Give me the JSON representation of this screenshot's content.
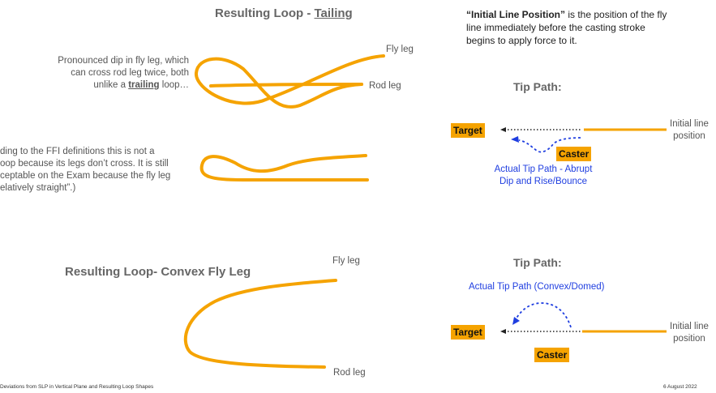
{
  "colors": {
    "line": "#f5a300",
    "blue": "#1f3ee0",
    "text": "#555555",
    "title": "#666666"
  },
  "top_section": {
    "title_prefix": "Resulting Loop - ",
    "title_underlined": "Tailing",
    "fly_leg_label": "Fly leg",
    "rod_leg_label": "Rod leg",
    "desc_1_a": "Pronounced dip in fly leg, which",
    "desc_1_b": "can cross rod leg twice, both",
    "desc_1_c_pre": "unlike a ",
    "desc_1_c_bold": "trailing",
    "desc_1_c_post": " loop…",
    "desc_2_a": "ding to the FFI definitions this is not a",
    "desc_2_b": "oop because its legs don’t cross. It is still",
    "desc_2_c": "ceptable on the Exam because the fly leg",
    "desc_2_d": "elatively straight”.)"
  },
  "definition": {
    "bold": "“Initial Line Position”",
    "rest_1": " is the position of the fly",
    "line_2": "line immediately before the casting stroke",
    "line_3": "begins to apply force to it."
  },
  "tip_path_1": {
    "title": "Tip Path:",
    "target": "Target",
    "caster": "Caster",
    "initial_a": "Initial line",
    "initial_b": "position",
    "actual_a": "Actual Tip Path - Abrupt",
    "actual_b": "Dip and Rise/Bounce"
  },
  "bottom_section": {
    "title": "Resulting Loop- Convex Fly Leg",
    "fly_leg_label": "Fly leg",
    "rod_leg_label": "Rod leg"
  },
  "tip_path_2": {
    "title": "Tip Path:",
    "actual": "Actual Tip Path (Convex/Domed)",
    "target": "Target",
    "caster": "Caster",
    "initial_a": "Initial line",
    "initial_b": "position"
  },
  "footer": {
    "left": "Deviations from SLP in Vertical Plane and Resulting Loop Shapes",
    "right": "6 August 2022"
  }
}
